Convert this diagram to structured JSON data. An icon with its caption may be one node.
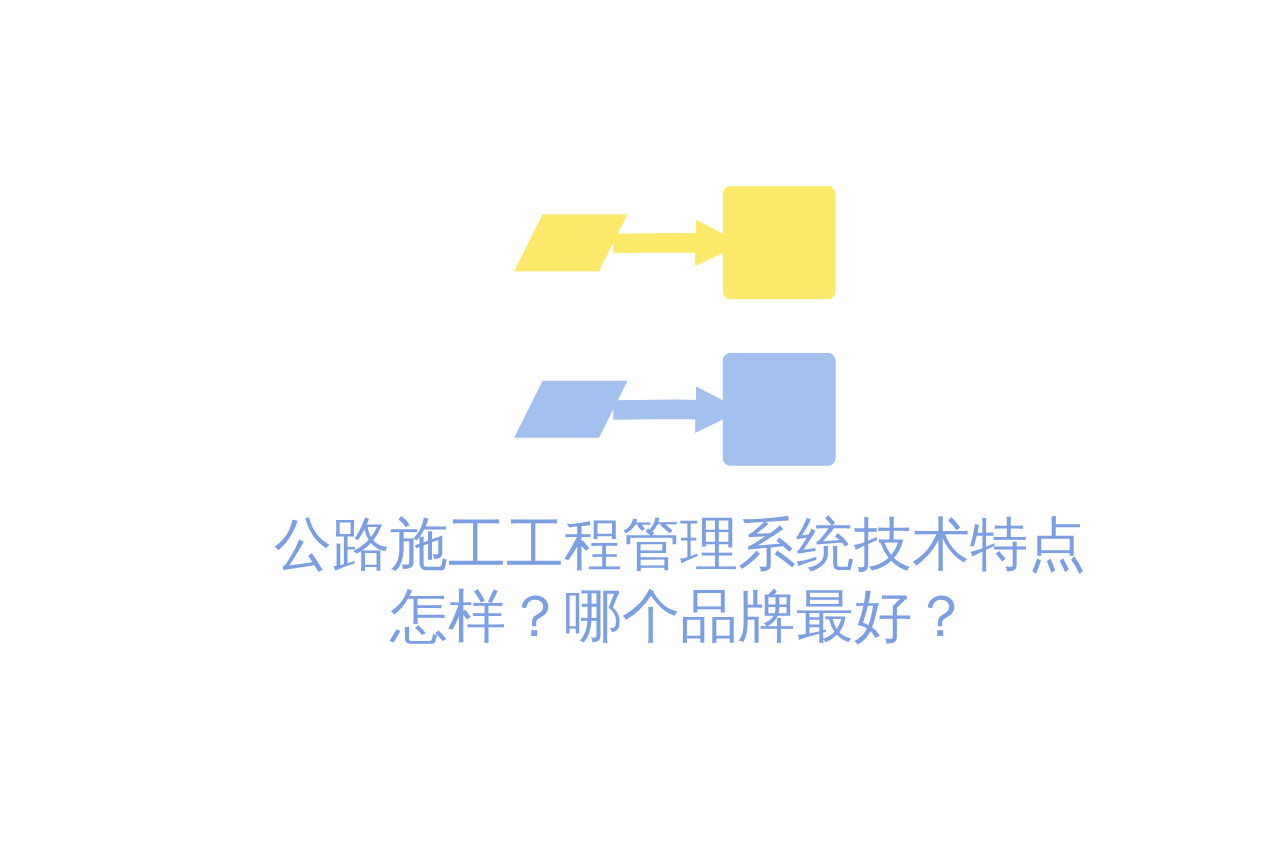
{
  "diagram": {
    "title": "公路施工工程管理系统技术特点怎样？哪个品牌最好？",
    "nodes": [
      {
        "text": [],
        "shape": "parallelogram"
      },
      {
        "text": [],
        "shape": "box"
      },
      {
        "text": [],
        "shape": "parallelogram"
      },
      {
        "text": [],
        "shape": "box"
      }
    ],
    "edges": [
      {
        "from": 0,
        "to": 1,
        "arrow": "to",
        "color": "#fee86a"
      },
      {
        "from": 2,
        "to": 3,
        "arrow": "to",
        "color": "#a2c1ee"
      }
    ]
  }
}
